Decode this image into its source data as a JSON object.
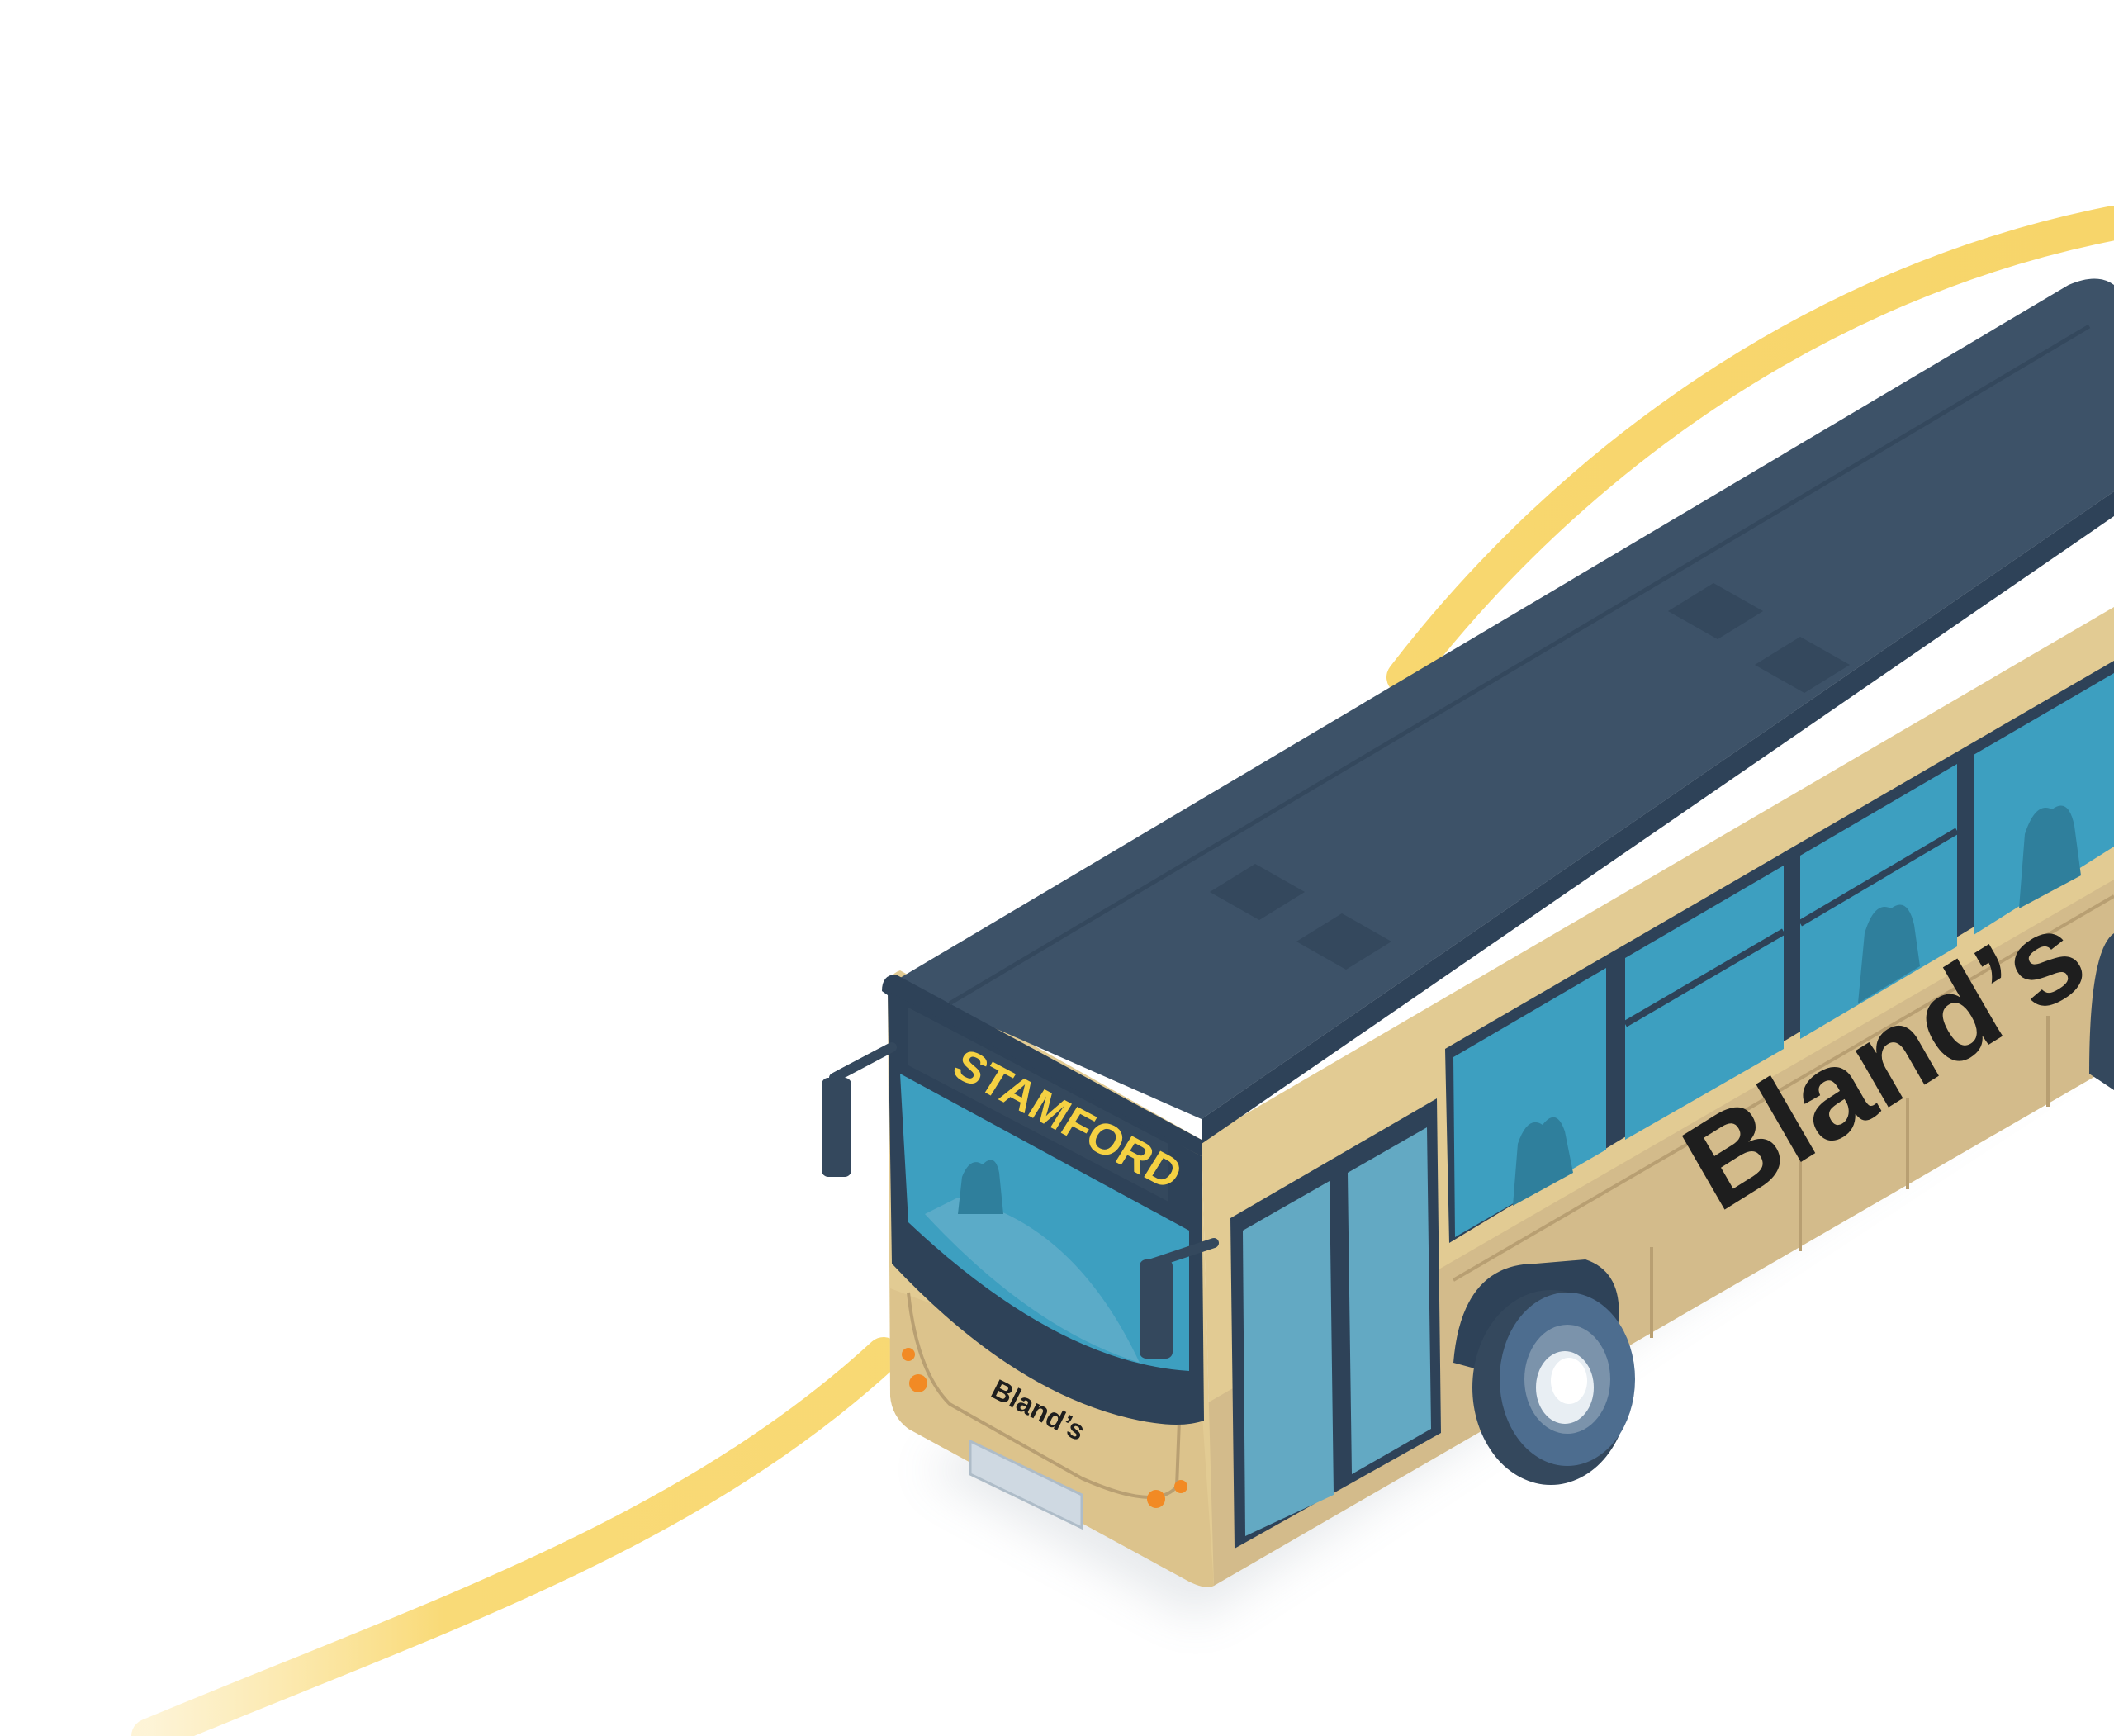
{
  "bus": {
    "destination_sign": "STAMFORD",
    "side_livery": "Bland’s",
    "front_livery": "Bland’s"
  },
  "colors": {
    "background": "#ffffff",
    "road_path": "#f7d56a",
    "roof": "#3d5268",
    "roof_dark": "#2e4258",
    "body": "#e2cb93",
    "body_shade": "#d2b98a",
    "window": "#3d9fc0",
    "window_light": "#63a9c3",
    "sign_text": "#f5d142",
    "livery_text": "#1e1e1e",
    "wheel": "#4d6d8f",
    "indicator": "#f28a24"
  },
  "icons": {
    "vehicle": "bus-icon",
    "route": "route-path-icon"
  }
}
